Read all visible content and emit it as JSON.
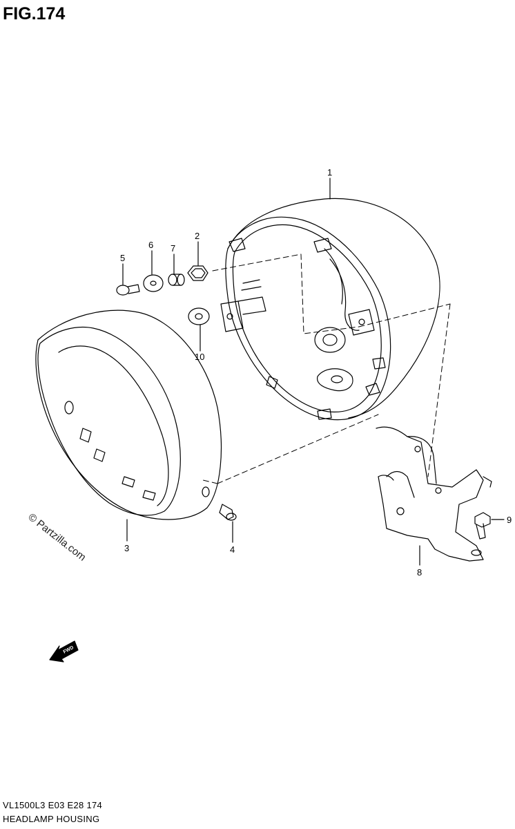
{
  "figure": {
    "title": "FIG.174"
  },
  "callouts": [
    {
      "id": "1",
      "label": "1"
    },
    {
      "id": "2",
      "label": "2"
    },
    {
      "id": "3",
      "label": "3"
    },
    {
      "id": "4",
      "label": "4"
    },
    {
      "id": "5",
      "label": "5"
    },
    {
      "id": "6",
      "label": "6"
    },
    {
      "id": "7",
      "label": "7"
    },
    {
      "id": "8",
      "label": "8"
    },
    {
      "id": "9",
      "label": "9"
    },
    {
      "id": "10",
      "label": "10"
    }
  ],
  "watermark": {
    "text": "© Partzilla.com"
  },
  "fwd_arrow": {
    "label": "FWD"
  },
  "footer": {
    "model_code": "VL1500L3  E03  E28  174",
    "section_name": "HEADLAMP HOUSING"
  }
}
